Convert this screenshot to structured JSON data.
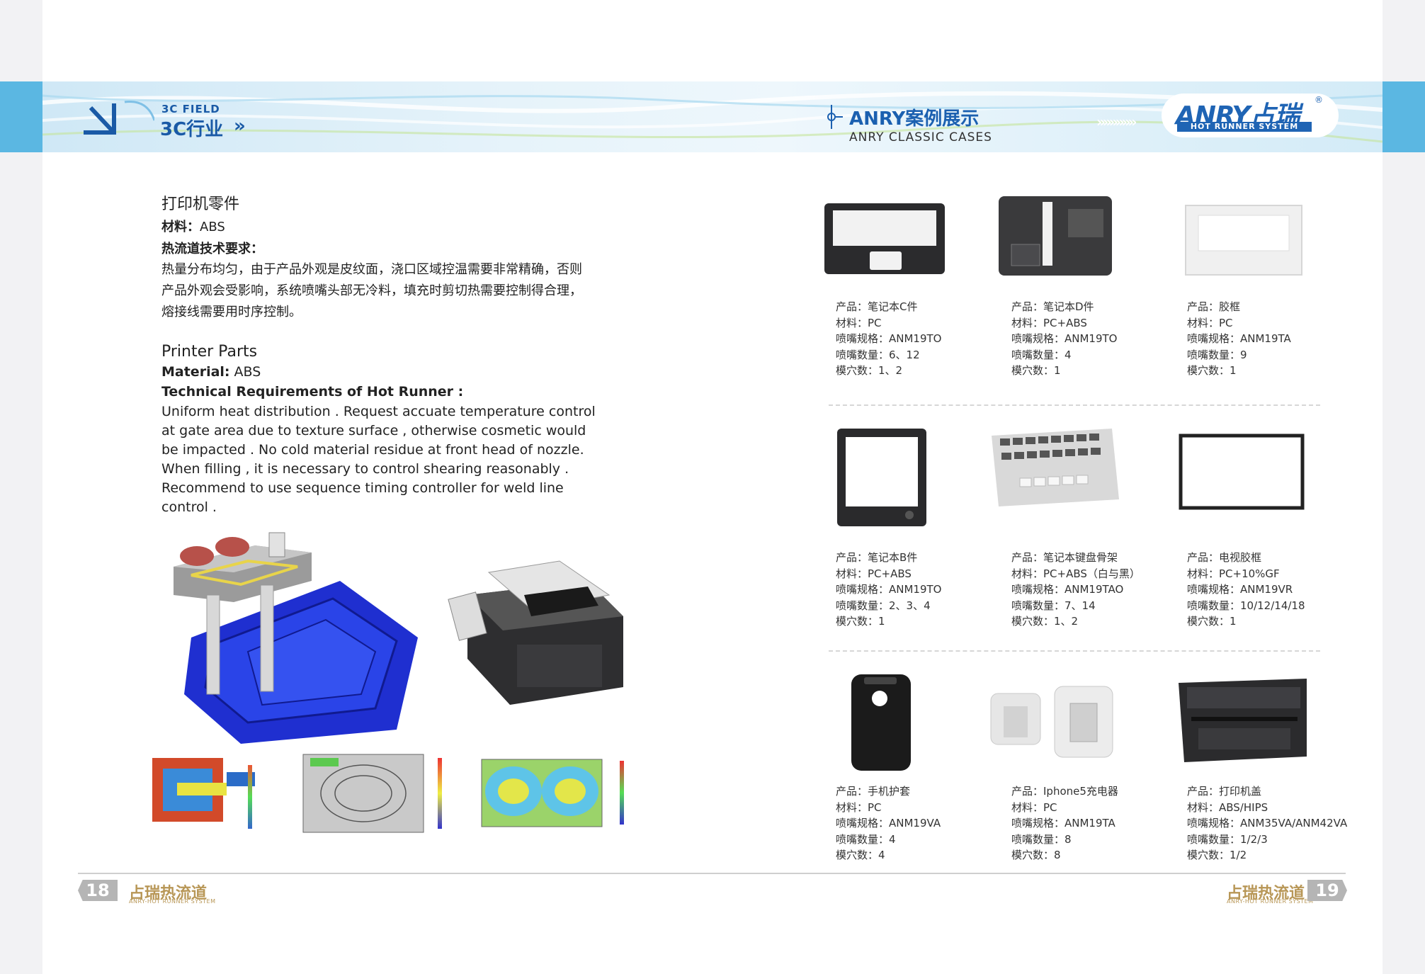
{
  "header": {
    "field_en": "3C FIELD",
    "field_cn": "3C行业",
    "field_chevron": "»",
    "cases_cn": "ANRY案例展示",
    "cases_en": "ANRY CLASSIC CASES",
    "arrows": "»»»»»»",
    "logo_main": "ANRY占瑞",
    "logo_sub": "HOT RUNNER SYSTEM",
    "logo_reg": "®"
  },
  "left": {
    "cn_title": "打印机零件",
    "cn_material_label": "材料：",
    "cn_material_value": "ABS",
    "cn_req_label": "热流道技术要求：",
    "cn_body": "热量分布均匀，由于产品外观是皮纹面，浇口区域控温需要非常精确，否则产品外观会受影响，系统喷嘴头部无冷料，填充时剪切热需要控制得合理，熔接线需要用时序控制。",
    "en_title": "Printer Parts",
    "en_material_label": "Material:",
    "en_material_value": " ABS",
    "en_req_label": "Technical Requirements of Hot Runner :",
    "en_body": "Uniform heat distribution . Request accuate temperature control at gate area due to texture surface , otherwise cosmetic would be impacted . No cold material residue at front head of nozzle. When filling , it is necessary to control shearing reasonably . Recommend to use sequence timing controller for weld line control ."
  },
  "products": [
    {
      "name": "产品：笔记本C件",
      "material": "材料：PC",
      "nozzle": "喷嘴规格：ANM19TO",
      "qty": "喷嘴数量：6、12",
      "cavity": "模穴数：1、2"
    },
    {
      "name": "产品：笔记本D件",
      "material": "材料：PC+ABS",
      "nozzle": "喷嘴规格：ANM19TO",
      "qty": "喷嘴数量：4",
      "cavity": "模穴数：1"
    },
    {
      "name": "产品：胶框",
      "material": "材料：PC",
      "nozzle": "喷嘴规格：ANM19TA",
      "qty": "喷嘴数量：9",
      "cavity": "模穴数：1"
    },
    {
      "name": "产品：笔记本B件",
      "material": "材料：PC+ABS",
      "nozzle": "喷嘴规格：ANM19TO",
      "qty": "喷嘴数量：2、3、4",
      "cavity": "模穴数：1"
    },
    {
      "name": "产品：笔记本键盘骨架",
      "material": "材料：PC+ABS（白与黑）",
      "nozzle": "喷嘴规格：ANM19TAO",
      "qty": "喷嘴数量：7、14",
      "cavity": "模穴数：1、2"
    },
    {
      "name": "产品：电视胶框",
      "material": "材料：PC+10%GF",
      "nozzle": "喷嘴规格：ANM19VR",
      "qty": "喷嘴数量：10/12/14/18",
      "cavity": "模穴数：1"
    },
    {
      "name": "产品：手机护套",
      "material": "材料：PC",
      "nozzle": "喷嘴规格：ANM19VA",
      "qty": "喷嘴数量：4",
      "cavity": "模穴数：4"
    },
    {
      "name": "产品：Iphone5充电器",
      "material": "材料：PC",
      "nozzle": "喷嘴规格：ANM19TA",
      "qty": "喷嘴数量：8",
      "cavity": "模穴数：8"
    },
    {
      "name": "产品：打印机盖",
      "material": "材料：ABS/HIPS",
      "nozzle": "喷嘴规格：ANM35VA/ANM42VA",
      "qty": "喷嘴数量：1/2/3",
      "cavity": "模穴数：1/2"
    }
  ],
  "footer": {
    "page_left": "18",
    "page_right": "19",
    "brand": "占瑞热流道",
    "brand_sub": "ANRY-HOT RUNNER SYSTEM"
  }
}
